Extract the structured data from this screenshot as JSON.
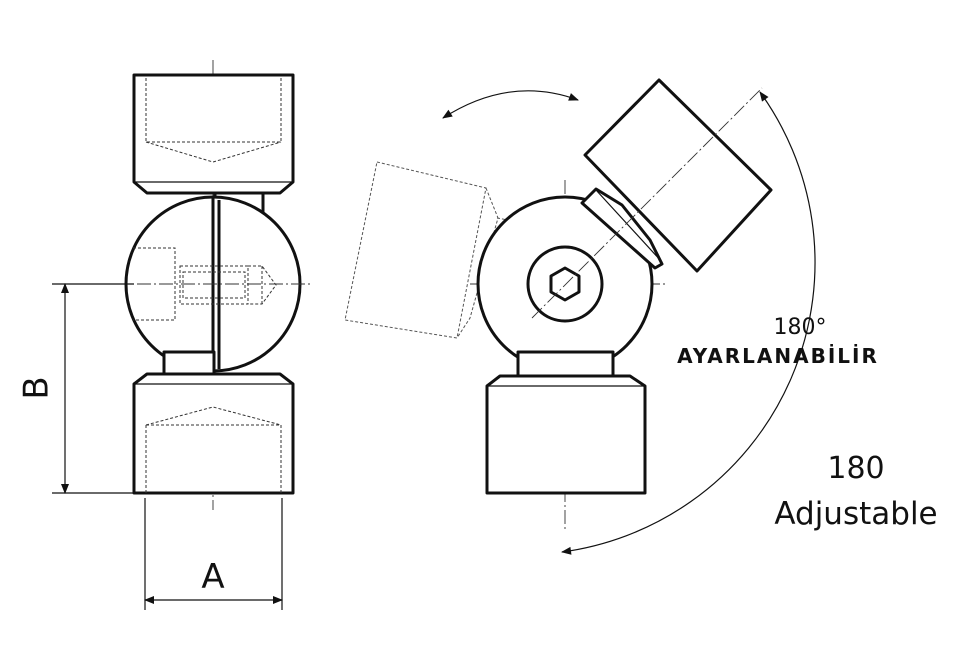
{
  "dimensions": {
    "width_label": "A",
    "height_label": "B"
  },
  "rotation": {
    "angle_label": "180°",
    "turkish_label": "AYARLANABİLİR",
    "value_label": "180",
    "english_label": "Adjustable"
  },
  "colors": {
    "line": "#111111",
    "background": "#ffffff"
  }
}
